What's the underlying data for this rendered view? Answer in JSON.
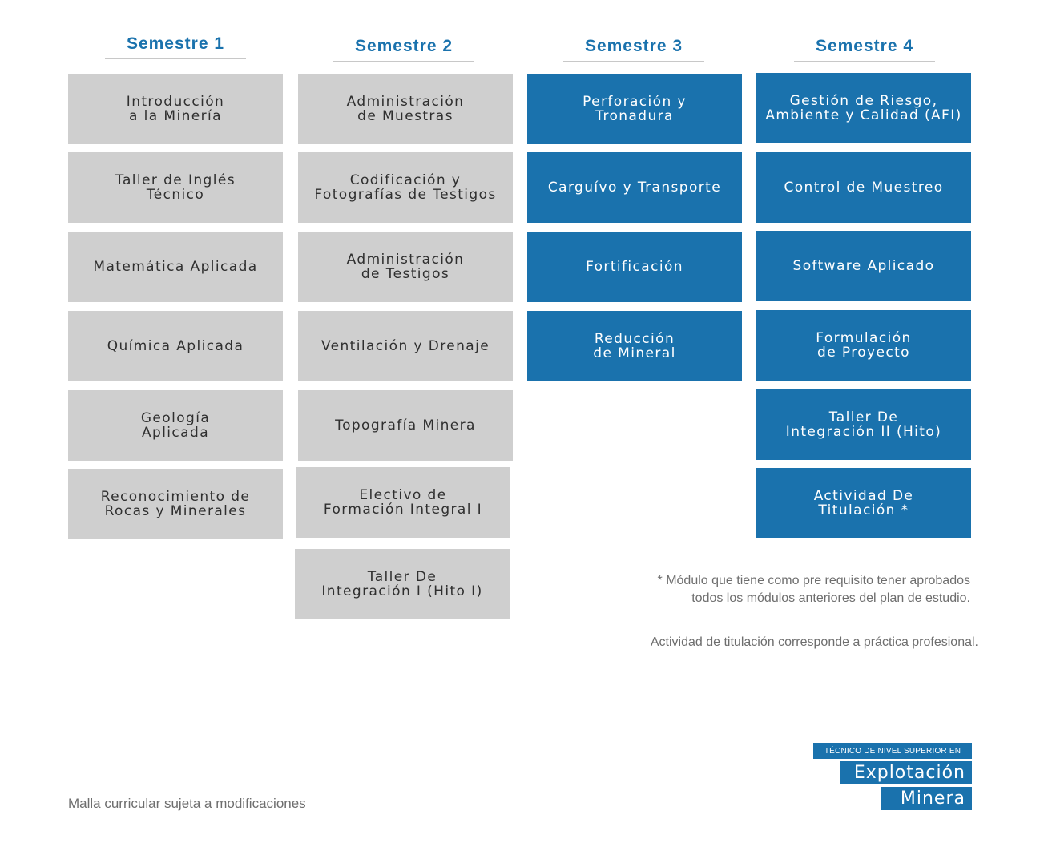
{
  "colors": {
    "blue": "#1a72ad",
    "gray": "#cfcfcf",
    "text_dark": "#2f2f2f",
    "note_text": "#6e6e6e"
  },
  "semesters": [
    {
      "title": "Semestre 1",
      "modules": [
        "Introducción\na la Minería",
        "Taller de Inglés\nTécnico",
        "Matemática Aplicada",
        "Química Aplicada",
        "Geología\nAplicada",
        "Reconocimiento de\nRocas y Minerales"
      ]
    },
    {
      "title": "Semestre 2",
      "modules": [
        "Administración\nde Muestras",
        "Codificación y\nFotografías de Testigos",
        "Administración\nde Testigos",
        "Ventilación y Drenaje",
        "Topografía Minera",
        "Electivo de\nFormación Integral I",
        "Taller De\nIntegración I (Hito I)"
      ]
    },
    {
      "title": "Semestre 3",
      "modules": [
        "Perforación y\nTronadura",
        "Carguívo y Transporte",
        "Fortificación",
        "Reducción\nde Mineral"
      ]
    },
    {
      "title": "Semestre 4",
      "modules": [
        "Gestión de Riesgo,\nAmbiente y Calidad (AFI)",
        "Control de Muestreo",
        "Software Aplicado",
        "Formulación\nde Proyecto",
        "Taller De\nIntegración II (Hito)",
        "Actividad De\nTitulación *"
      ]
    }
  ],
  "notes": {
    "asterisk_line1": "* Módulo que tiene como pre requisito tener aprobados",
    "asterisk_line2": "todos los módulos anteriores del plan de estudio.",
    "titulacion": "Actividad de titulación corresponde a práctica profesional."
  },
  "footer": {
    "disclaimer": "Malla curricular sujeta a modificaciones",
    "badge_subtitle": "TÉCNICO DE NIVEL SUPERIOR EN",
    "badge_line1": "Explotación",
    "badge_line2": "Minera"
  }
}
